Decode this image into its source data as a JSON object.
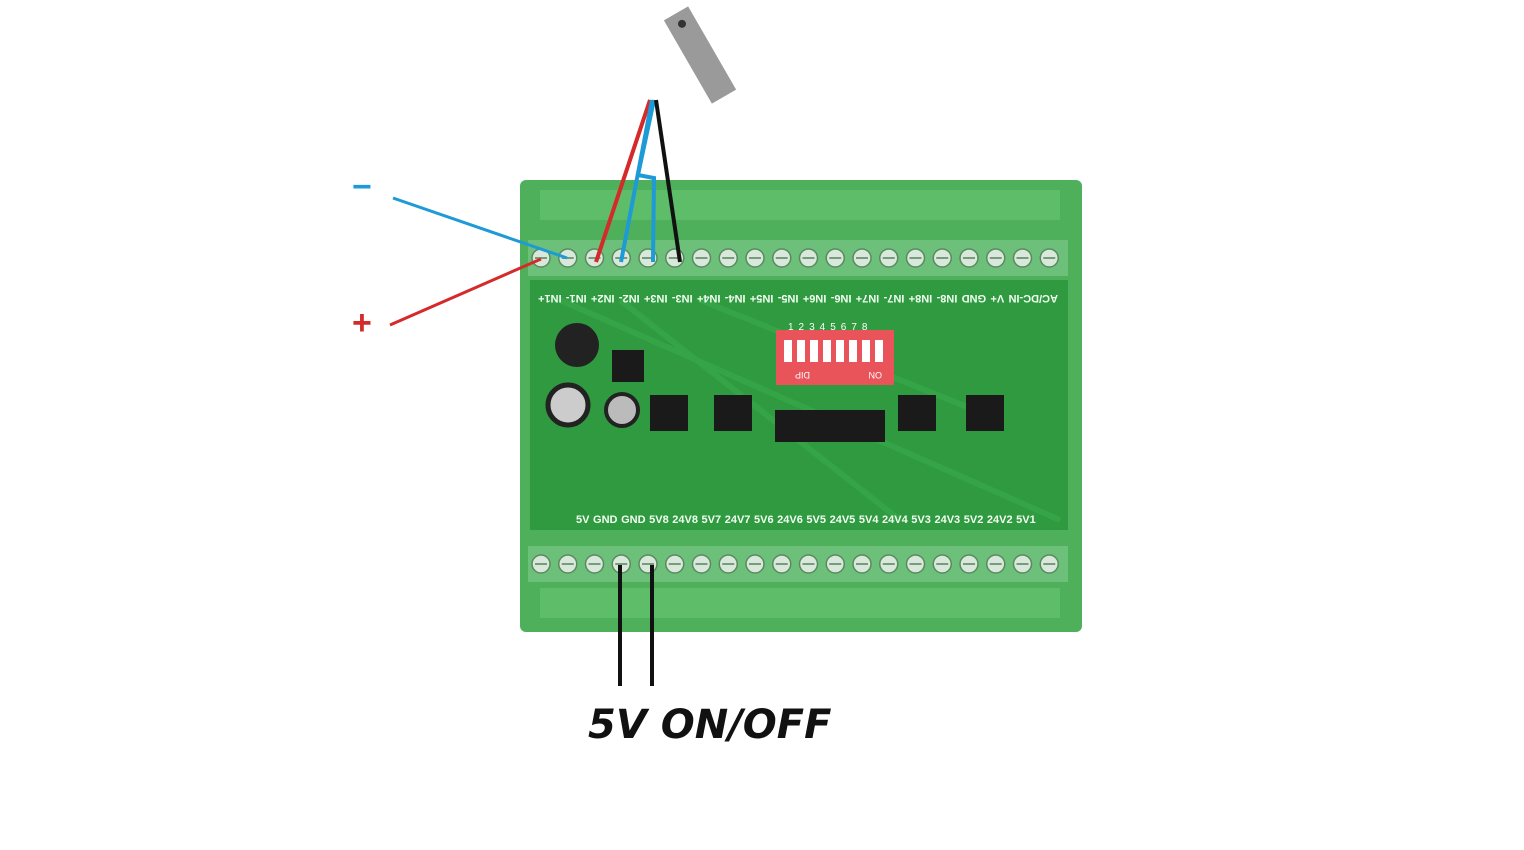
{
  "labels": {
    "minus": "−",
    "plus": "+",
    "caption": "5V ON/OFF"
  },
  "board": {
    "top_terminals": [
      "AC/DC-IN",
      "V+",
      "GND",
      "IN8-",
      "IN8+",
      "IN7-",
      "IN7+",
      "IN6-",
      "IN6+",
      "IN5-",
      "IN5+",
      "IN4-",
      "IN4+",
      "IN3-",
      "IN3+",
      "IN2-",
      "IN2+",
      "IN1-",
      "IN1+"
    ],
    "bottom_terminals": [
      "5V",
      "GND",
      "GND",
      "5V8",
      "24V8",
      "5V7",
      "24V7",
      "5V6",
      "24V6",
      "5V5",
      "24V5",
      "5V4",
      "24V4",
      "5V3",
      "24V3",
      "5V2",
      "24V2",
      "5V1"
    ],
    "dip_switch": {
      "label": "DIP",
      "on_label": "ON",
      "numbers": "12345678"
    }
  },
  "colors": {
    "board": "#3aa64a",
    "terminal": "#6cc07a",
    "blue_wire": "#1e9ad6",
    "red_wire": "#d42a2a",
    "black_wire": "#111111",
    "dip": "#e8545a"
  }
}
